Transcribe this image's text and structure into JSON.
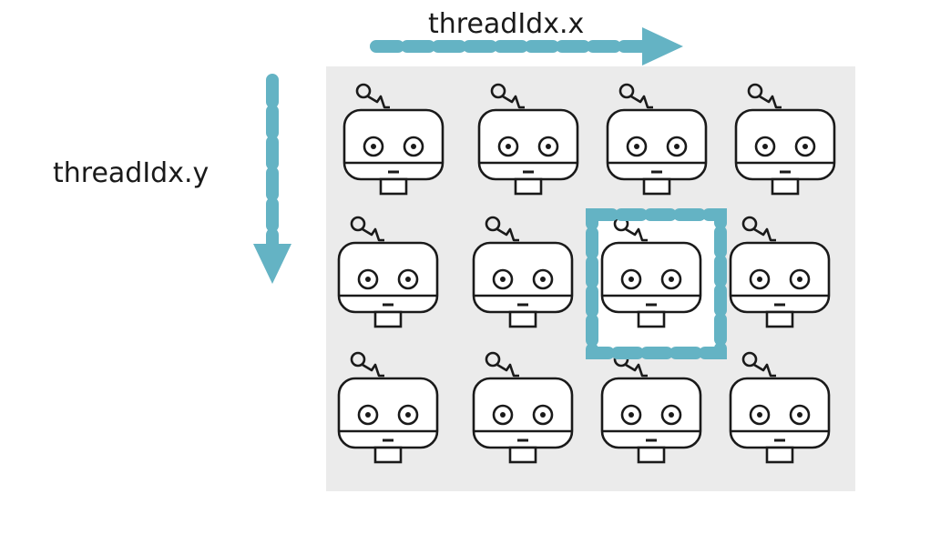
{
  "axes": {
    "x_label": "threadIdx.x",
    "y_label": "threadIdx.y"
  },
  "grid": {
    "rows": 3,
    "cols": 4,
    "highlighted": {
      "row": 1,
      "col": 2
    }
  },
  "icons": {
    "cell": "robot-thread-icon",
    "axis_arrow": "dashed-arrow-icon"
  },
  "colors": {
    "accent": "#64b3c4",
    "block_background": "#ebebeb",
    "highlight_background": "#ffffff",
    "stroke": "#1a1a1a"
  }
}
